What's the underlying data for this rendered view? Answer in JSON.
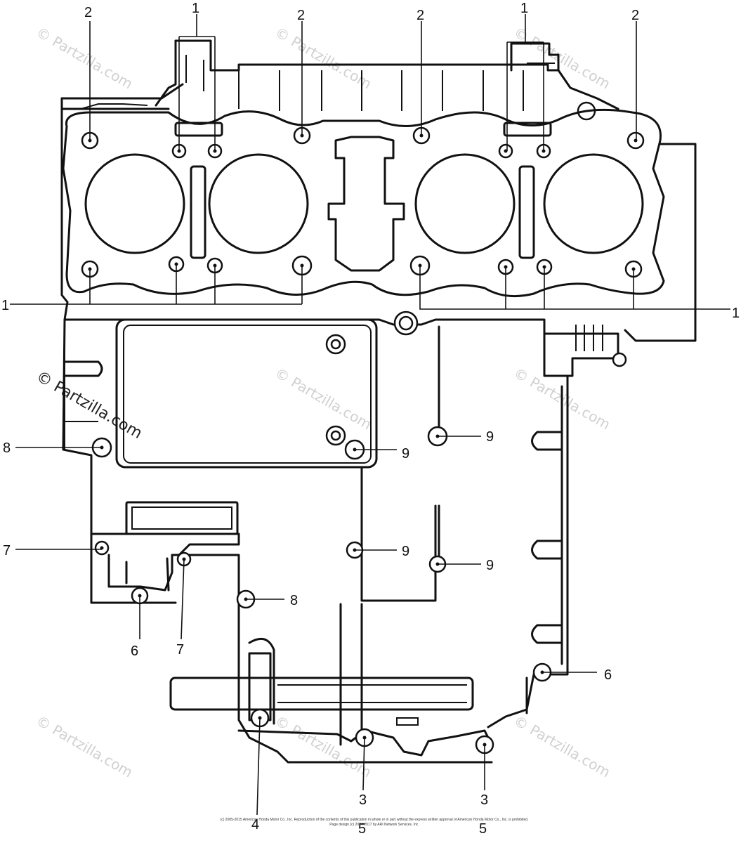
{
  "watermark": "© Partzilla.com",
  "callouts": {
    "top_left_2": "2",
    "top_1a": "1",
    "top_mid_2a": "2",
    "top_mid_2b": "2",
    "top_1b": "1",
    "top_right_2": "2",
    "left_1": "1",
    "right_1": "1",
    "left_8": "8",
    "mid_9a": "9",
    "mid_9b": "9",
    "left_7": "7",
    "mid_9c": "9",
    "mid_9d": "9",
    "mid_8": "8",
    "bottom_6": "6",
    "bottom_7": "7",
    "right_6": "6",
    "bottom_4": "4",
    "bottom_3a": "3",
    "bottom_5a": "5",
    "bottom_3b": "3",
    "bottom_5b": "5"
  },
  "footer": {
    "line1": "(c) 2005-2015 American Honda Motor Co., Inc. Reproduction of the contents of this publication in whole or in part without the express written approval of American Honda Motor Co., Inc. is prohibited.",
    "line2": "Page design (c) 2004-2017 by ARI Network Services, Inc."
  }
}
